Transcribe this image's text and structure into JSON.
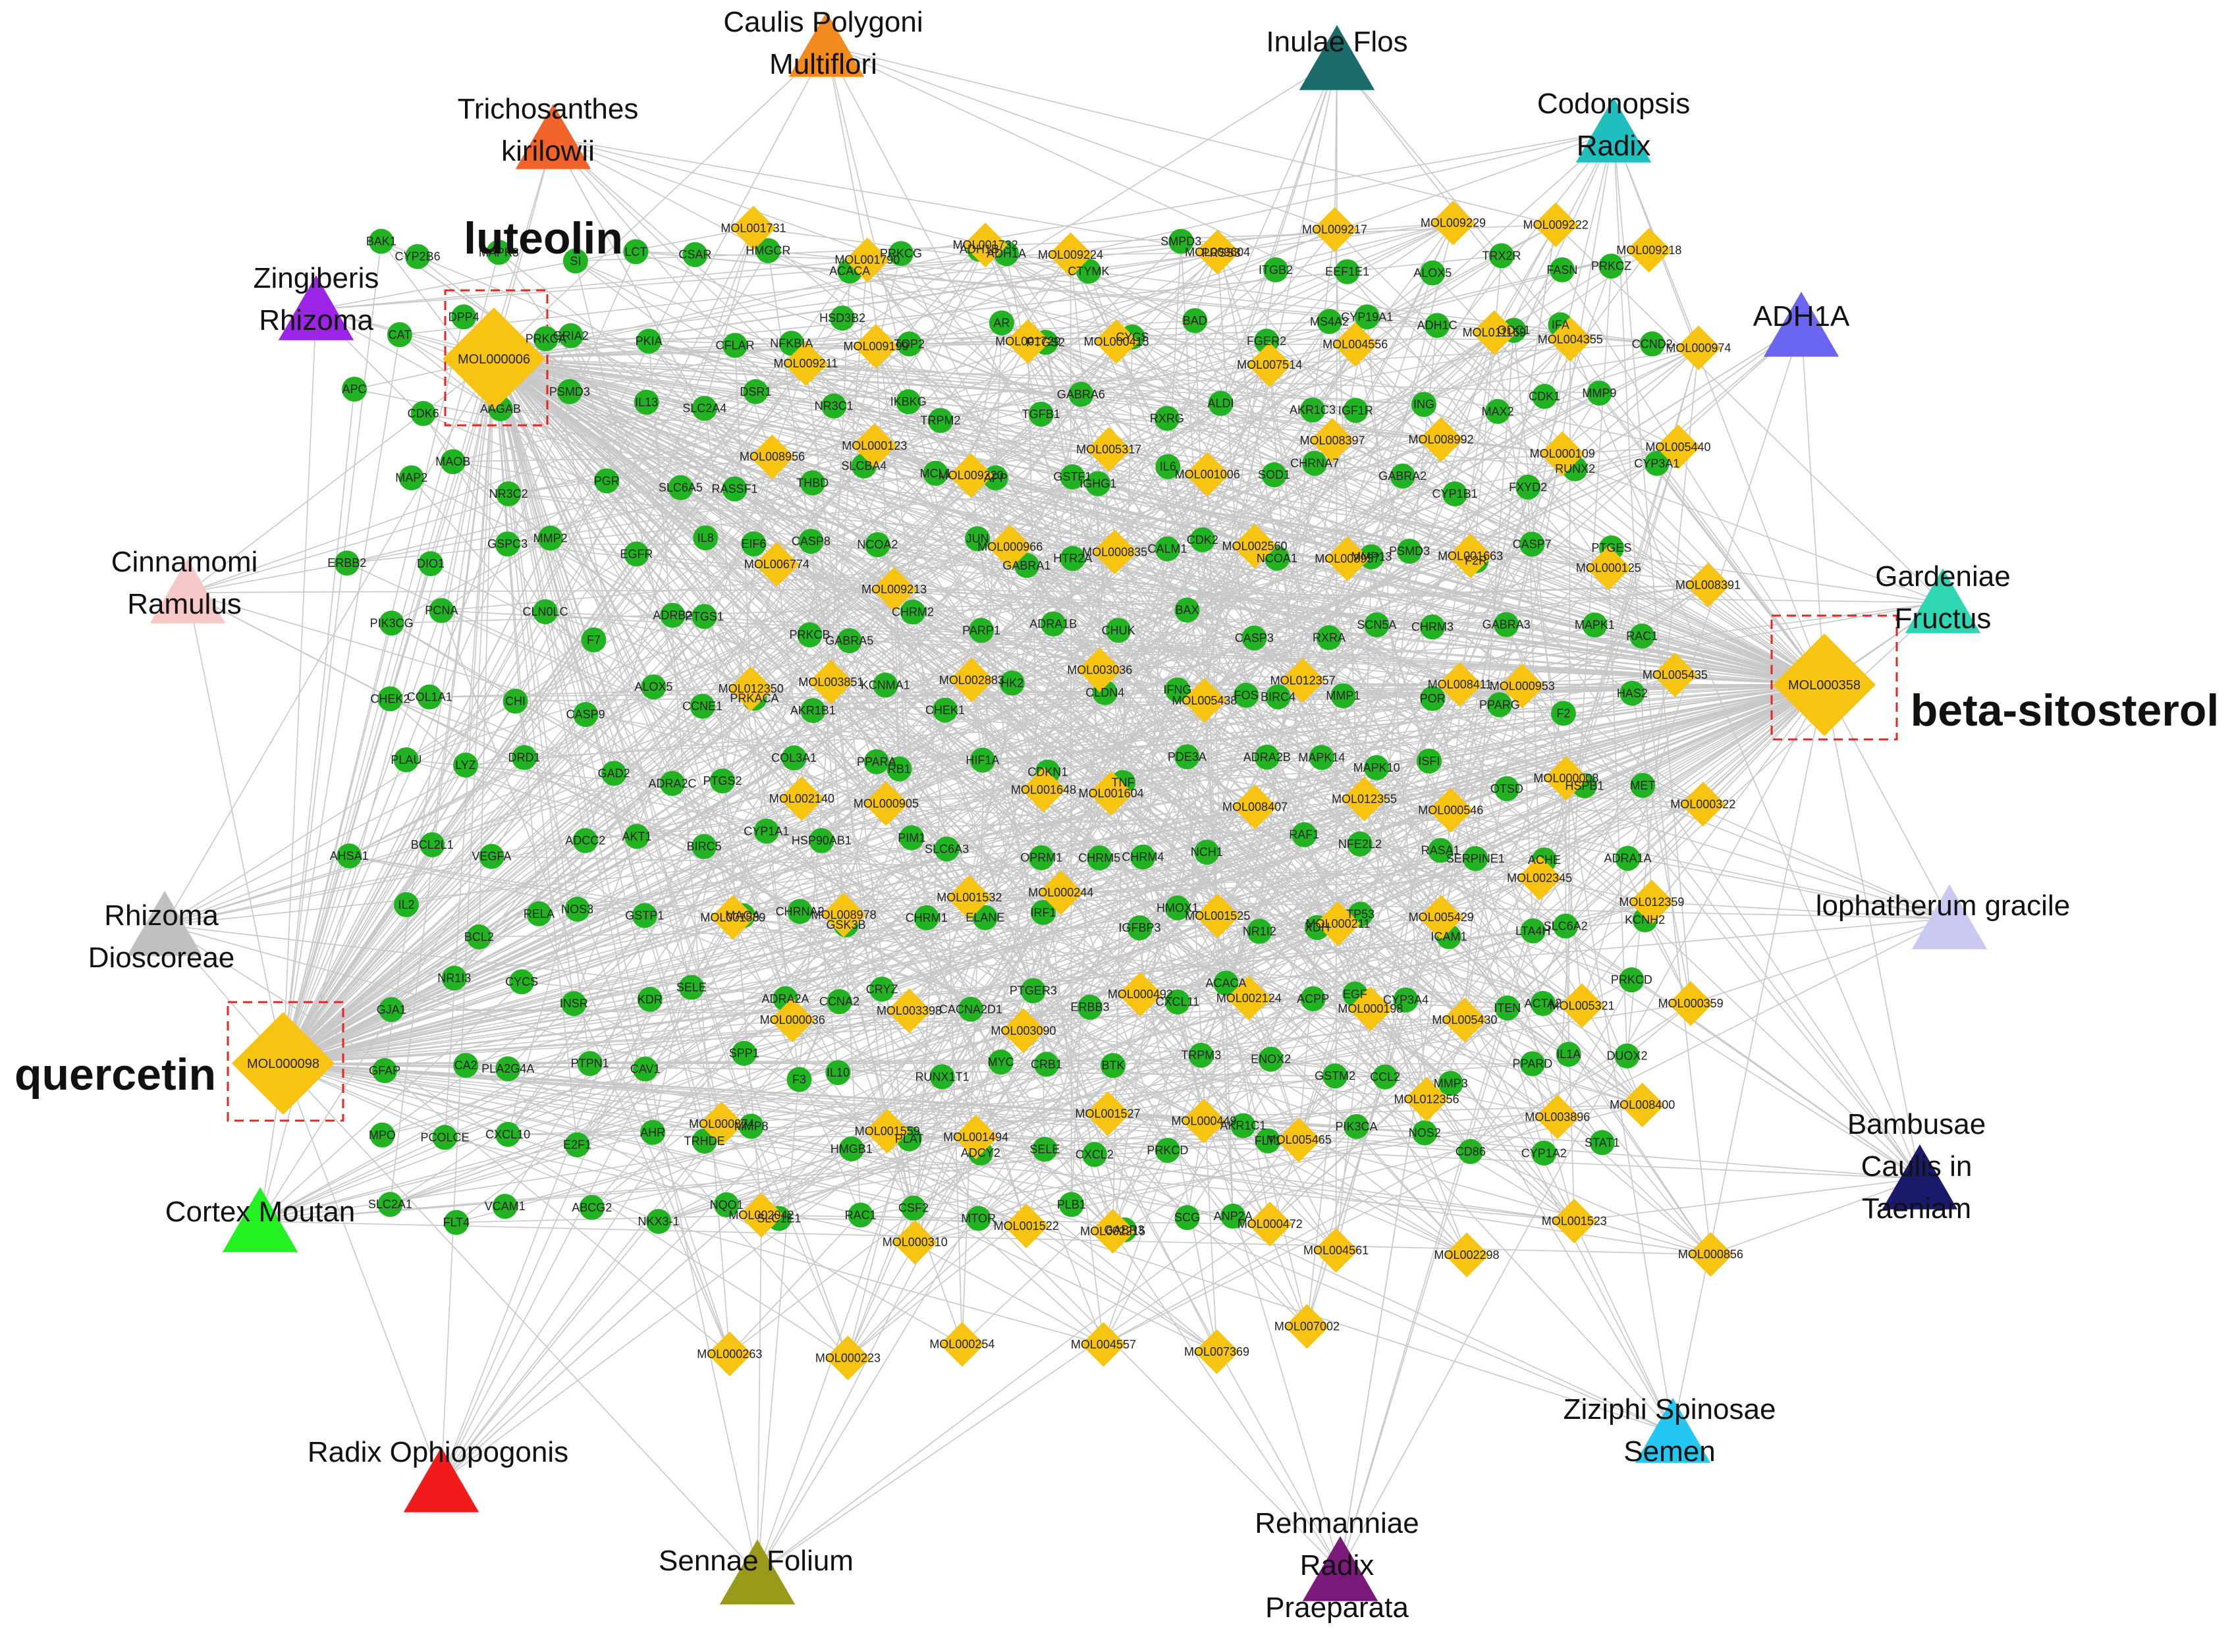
{
  "herbs": [
    {
      "id": "caulis",
      "label": [
        "Caulis Polygoni",
        "Multiflori"
      ],
      "color": "#f28a1e"
    },
    {
      "id": "inulae",
      "label": [
        "Inulae Flos"
      ],
      "color": "#1c6b6b"
    },
    {
      "id": "tricho",
      "label": [
        "Trichosanthes",
        "kirilowii"
      ],
      "color": "#f2632a"
    },
    {
      "id": "codon",
      "label": [
        "Codonopsis",
        "Radix"
      ],
      "color": "#1fbfbf"
    },
    {
      "id": "zingib",
      "label": [
        "Zingiberis",
        "Rhizoma"
      ],
      "color": "#9b24e6"
    },
    {
      "id": "adh1a",
      "label": [
        "ADH1A"
      ],
      "color": "#6b66f2"
    },
    {
      "id": "cinnam",
      "label": [
        "Cinnamomi",
        "Ramulus"
      ],
      "color": "#f7c8c8"
    },
    {
      "id": "garden",
      "label": [
        "Gardeniae",
        "Fructus"
      ],
      "color": "#2fd6b4"
    },
    {
      "id": "rhizdio",
      "label": [
        "Rhizoma",
        "Dioscoreae"
      ],
      "color": "#c0c0c0"
    },
    {
      "id": "lophath",
      "label": [
        "lophatherum gracile"
      ],
      "color": "#c9c9f2"
    },
    {
      "id": "bambus",
      "label": [
        "Bambusae",
        "Caulis in",
        "Taeniam"
      ],
      "color": "#1a1a6b"
    },
    {
      "id": "cortex",
      "label": [
        "Cortex Moutan"
      ],
      "color": "#22f222"
    },
    {
      "id": "ziziphi",
      "label": [
        "Ziziphi Spinosae",
        "Semen"
      ],
      "color": "#22c8f2"
    },
    {
      "id": "ophio",
      "label": [
        "Radix Ophiopogonis"
      ],
      "color": "#f21a1a"
    },
    {
      "id": "rehman",
      "label": [
        "Rehmanniae",
        "Radix",
        "Praeparata"
      ],
      "color": "#7a1a7a"
    },
    {
      "id": "sennae",
      "label": [
        "Sennae Folium"
      ],
      "color": "#9a9a1a"
    }
  ],
  "highlights": [
    {
      "id": "luteolin",
      "mol": "MOL000006",
      "label": "luteolin"
    },
    {
      "id": "quercetin",
      "mol": "MOL000098",
      "label": "quercetin"
    },
    {
      "id": "betasito",
      "mol": "MOL000358",
      "label": "beta-sitosterol"
    }
  ],
  "molecules": [
    "MOL001731",
    "MOL001790",
    "MOL001732",
    "MOL009224",
    "MOL009604",
    "MOL009217",
    "MOL009229",
    "MOL009222",
    "MOL009218",
    "MOL009211",
    "MOL009199",
    "MOL001729",
    "MOL000415",
    "MOL007514",
    "MOL004556",
    "MOL011169",
    "MOL004355",
    "MOL000974",
    "MOL008956",
    "MOL000123",
    "MOL009220",
    "MOL005317",
    "MOL001006",
    "MOL008397",
    "MOL008992",
    "MOL000109",
    "MOL005440",
    "MOL006774",
    "MOL009213",
    "MOL000966",
    "MOL000835",
    "MOL002560",
    "MOL008957",
    "MOL001663",
    "MOL000125",
    "MOL008391",
    "MOL012350",
    "MOL003851",
    "MOL002883",
    "MOL003036",
    "MOL005438",
    "MOL012357",
    "MOL008411",
    "MOL000953",
    "MOL005435",
    "MOL002140",
    "MOL000905",
    "MOL001648",
    "MOL001604",
    "MOL008407",
    "MOL012355",
    "MOL000546",
    "MOL000008",
    "MOL000322",
    "MOL001539",
    "MOL008978",
    "MOL001532",
    "MOL000244",
    "MOL001525",
    "MOL000211",
    "MOL005429",
    "MOL002345",
    "MOL012359",
    "MOL000036",
    "MOL003398",
    "MOL003090",
    "MOL000492",
    "MOL002124",
    "MOL000198",
    "MOL005430",
    "MOL005321",
    "MOL000359",
    "MOL000874",
    "MOL001559",
    "MOL001494",
    "MOL001527",
    "MOL000449",
    "MOL005465",
    "MOL012356",
    "MOL003896",
    "MOL008400",
    "MOL002042",
    "MOL000310",
    "MOL001522",
    "MOL002215",
    "MOL000472",
    "MOL004561",
    "MOL002298",
    "MOL001523",
    "MOL000856",
    "MOL000263",
    "MOL000223",
    "MOL000254",
    "MOL004557",
    "MOL007369",
    "MOL007002"
  ],
  "genes": [
    "BAK1",
    "CYP2B6",
    "MAPK3",
    "SI",
    "LCT",
    "CSAR",
    "HMGCR",
    "ACACA",
    "PRKCG",
    "ADH1B",
    "ADH1A",
    "CTYMK",
    "SMPD3",
    "PRSS3",
    "ITGB2",
    "EEF1E1",
    "ALOX5",
    "TRX2R",
    "FASN",
    "PRKCZ",
    "CAT",
    "DPP4",
    "PRKCA",
    "GRIA2",
    "PKIA",
    "CFLAR",
    "NFKBIA",
    "HSD3B2",
    "TOP2",
    "AR",
    "PTGS2",
    "CYCS",
    "BAD",
    "FGER2",
    "MS4A2",
    "CYP19A1",
    "ADH1C",
    "ODC1",
    "IFA",
    "CCND2",
    "APC",
    "CDK6",
    "AAGAB",
    "PSMD3",
    "IL13",
    "SLC2A4",
    "DSR1",
    "NR3C1",
    "IKBKG",
    "TRPM2",
    "TGFB1",
    "GABRA6",
    "RXRG",
    "ALDI",
    "AKR1C3",
    "IGF1R",
    "ING",
    "MAX2",
    "CDK1",
    "MMP9",
    "MAP2",
    "MAOB",
    "NR3C2",
    "PGR",
    "SLC6A5",
    "RASSF1",
    "THBD",
    "SLCBA4",
    "MCL1",
    "APP",
    "GSTF1",
    "IGHG1",
    "IL6",
    "SOD1",
    "CHRNA7",
    "GABRA2",
    "CYP1B1",
    "FXYD2",
    "RUNX2",
    "CYP3A1",
    "ERBB2",
    "DIO1",
    "GSPC3",
    "MMP2",
    "EGFR",
    "IL8",
    "EIF6",
    "CASP8",
    "NCOA2",
    "JUN",
    "GABRA1",
    "HTR2A",
    "CALM1",
    "CDK2",
    "NCOA1",
    "MMP13",
    "PSMD3",
    "F2R",
    "CASP7",
    "PTGES",
    "PIK3CG",
    "PCNA",
    "CLN0LC",
    "F7",
    "ADRB2",
    "PTGS1",
    "PRKCB",
    "GABRA5",
    "CHRM2",
    "PARP1",
    "ADRA1B",
    "CHUK",
    "BAX",
    "CASP3",
    "RXRA",
    "SCN5A",
    "CHRM3",
    "GABRA3",
    "MAPK1",
    "RAC1",
    "CHEK2",
    "COL1A1",
    "CHI",
    "CASP9",
    "ALOX5",
    "CCNE1",
    "PRKACA",
    "AKR1B1",
    "KCNMA1",
    "CHEK1",
    "HK2",
    "CLDN4",
    "IFNG",
    "FOS",
    "BIRC4",
    "MMP1",
    "POR",
    "PPARG",
    "F2",
    "HAS2",
    "PLAU",
    "LYZ",
    "DRD1",
    "GAD2",
    "ADRA2C",
    "PTGS2",
    "COL3A1",
    "PPARA",
    "RB1",
    "HIF1A",
    "CDKN1",
    "TNF",
    "PDE3A",
    "ADRA2B",
    "MAPK14",
    "MAPK10",
    "ISFI",
    "OTSD",
    "HSPB1",
    "MET",
    "AHSA1",
    "BCL2L1",
    "VEGFA",
    "ADCC2",
    "AKT1",
    "BIRC5",
    "CYP1A1",
    "HSP90AB1",
    "PIM1",
    "SLC6A3",
    "OPRM1",
    "CHRM5",
    "CHRM4",
    "NCH1",
    "RAF1",
    "NFE2L2",
    "RASA1",
    "SERPINE1",
    "ACHE",
    "ADRA1A",
    "IL2",
    "BCL2",
    "RELA",
    "NOS3",
    "GSTP1",
    "MAOA",
    "CHRNA2",
    "GSK3B",
    "CHRM1",
    "ELANE",
    "IRF1",
    "IGFBP3",
    "HMOX1",
    "NR1I2",
    "XDH",
    "TP53",
    "ICAM1",
    "LTA4H",
    "SLC6A2",
    "KCNH2",
    "GJA1",
    "NR1I3",
    "CYCS",
    "INSR",
    "KDR",
    "SELE",
    "ADRA2A",
    "CCNA2",
    "CRYZ",
    "CACNA2D1",
    "PTGER3",
    "ERBB3",
    "CXCL11",
    "ACACA",
    "ACPP",
    "EGF",
    "CYP3A4",
    "ITEN",
    "ACTA2",
    "PRKCD",
    "GFAP",
    "CA2",
    "PLA2G4A",
    "PTPN1",
    "CAV1",
    "SPP1",
    "F3",
    "IL10",
    "RUNX1T1",
    "MYC",
    "CRB1",
    "BTK",
    "TRPM3",
    "ENOX2",
    "GSTM2",
    "CCL2",
    "MMP3",
    "PPARD",
    "IL1A",
    "DUOX2",
    "MPO",
    "PCOLCE",
    "CXCL10",
    "E2F1",
    "AHR",
    "TRHDE",
    "MMP8",
    "HMGB1",
    "PLAT",
    "ADCY2",
    "SELE",
    "CXCL2",
    "PRKCD",
    "AKR1C1",
    "FLT1",
    "PIK3CA",
    "NOS2",
    "CD86",
    "CYP1A2",
    "STAT1",
    "SLC2A1",
    "FLT4",
    "VCAM1",
    "ABCG2",
    "NKX3-1",
    "NQO1",
    "SLC1E1",
    "RAC1",
    "CSF2",
    "MTOR",
    "PLB1",
    "GABR3",
    "SCG",
    "ANP2A"
  ]
}
